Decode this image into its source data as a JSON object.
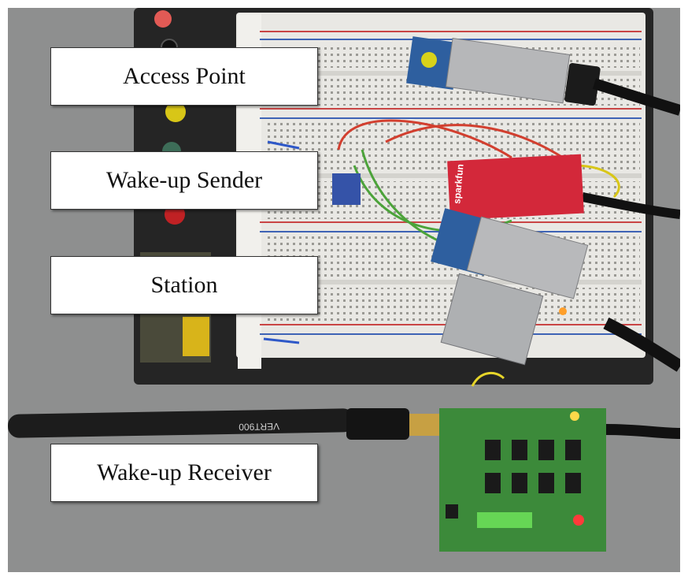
{
  "labels": {
    "access_point": "Access Point",
    "wakeup_sender": "Wake-up Sender",
    "station": "Station",
    "wakeup_receiver": "Wake-up Receiver"
  },
  "printed_marks": {
    "antenna": "VERT900",
    "sparkfun_logo": "sparkfun"
  },
  "colors": {
    "background": "#8e8f8f",
    "breadboard": "#e9e8e4",
    "base_plate": "#252525",
    "sparkfun_board": "#d3283a",
    "pcb_green": "#3c8a3a",
    "module_blue": "#2e5f9f"
  }
}
